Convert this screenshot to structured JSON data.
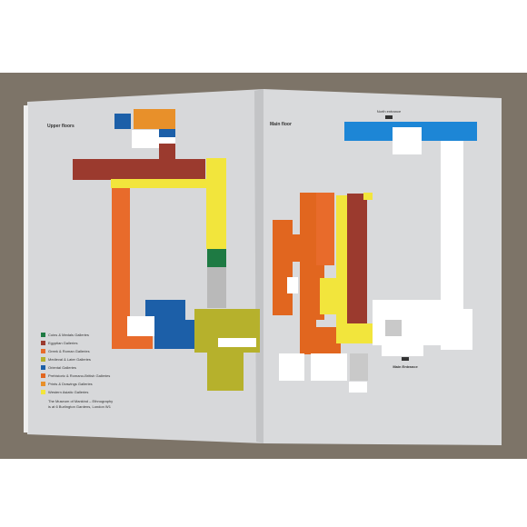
{
  "colors": {
    "coins_medals": "#1e7a43",
    "egyptian": "#9b3a2e",
    "greek_roman": "#e86b2b",
    "medieval_later": "#b6b12c",
    "oriental": "#1c5fa8",
    "prehistoric_romano_british": "#e1661f",
    "prints_drawings": "#e8902a",
    "western_asiatic": "#f2e53c",
    "main_floor_blue": "#1d86d6",
    "corridor": "#ffffff",
    "page": "#d7d8da",
    "table": "#7d7468"
  },
  "left_page": {
    "title": "Upper floors",
    "legend": [
      {
        "label": "Coins & Medals Galleries",
        "color": "#1e7a43"
      },
      {
        "label": "Egyptian Galleries",
        "color": "#9b3a2e"
      },
      {
        "label": "Greek & Roman Galleries",
        "color": "#e86b2b"
      },
      {
        "label": "Medieval & Later Galleries",
        "color": "#b6b12c"
      },
      {
        "label": "Oriental Galleries",
        "color": "#1c5fa8"
      },
      {
        "label": "Prehistoric & Romano-British Galleries",
        "color": "#e1661f"
      },
      {
        "label": "Prints & Drawings Galleries",
        "color": "#e8902a"
      },
      {
        "label": "Western Asiatic Galleries",
        "color": "#f2e53c"
      }
    ],
    "museum_note_1": "The Museum of Mankind – Ethnography",
    "museum_note_2": "is at 6 Burlington Gardens, London W1"
  },
  "right_page": {
    "title": "Main floor",
    "north_entrance": "North entrance",
    "main_entrance": "Main Entrance"
  }
}
